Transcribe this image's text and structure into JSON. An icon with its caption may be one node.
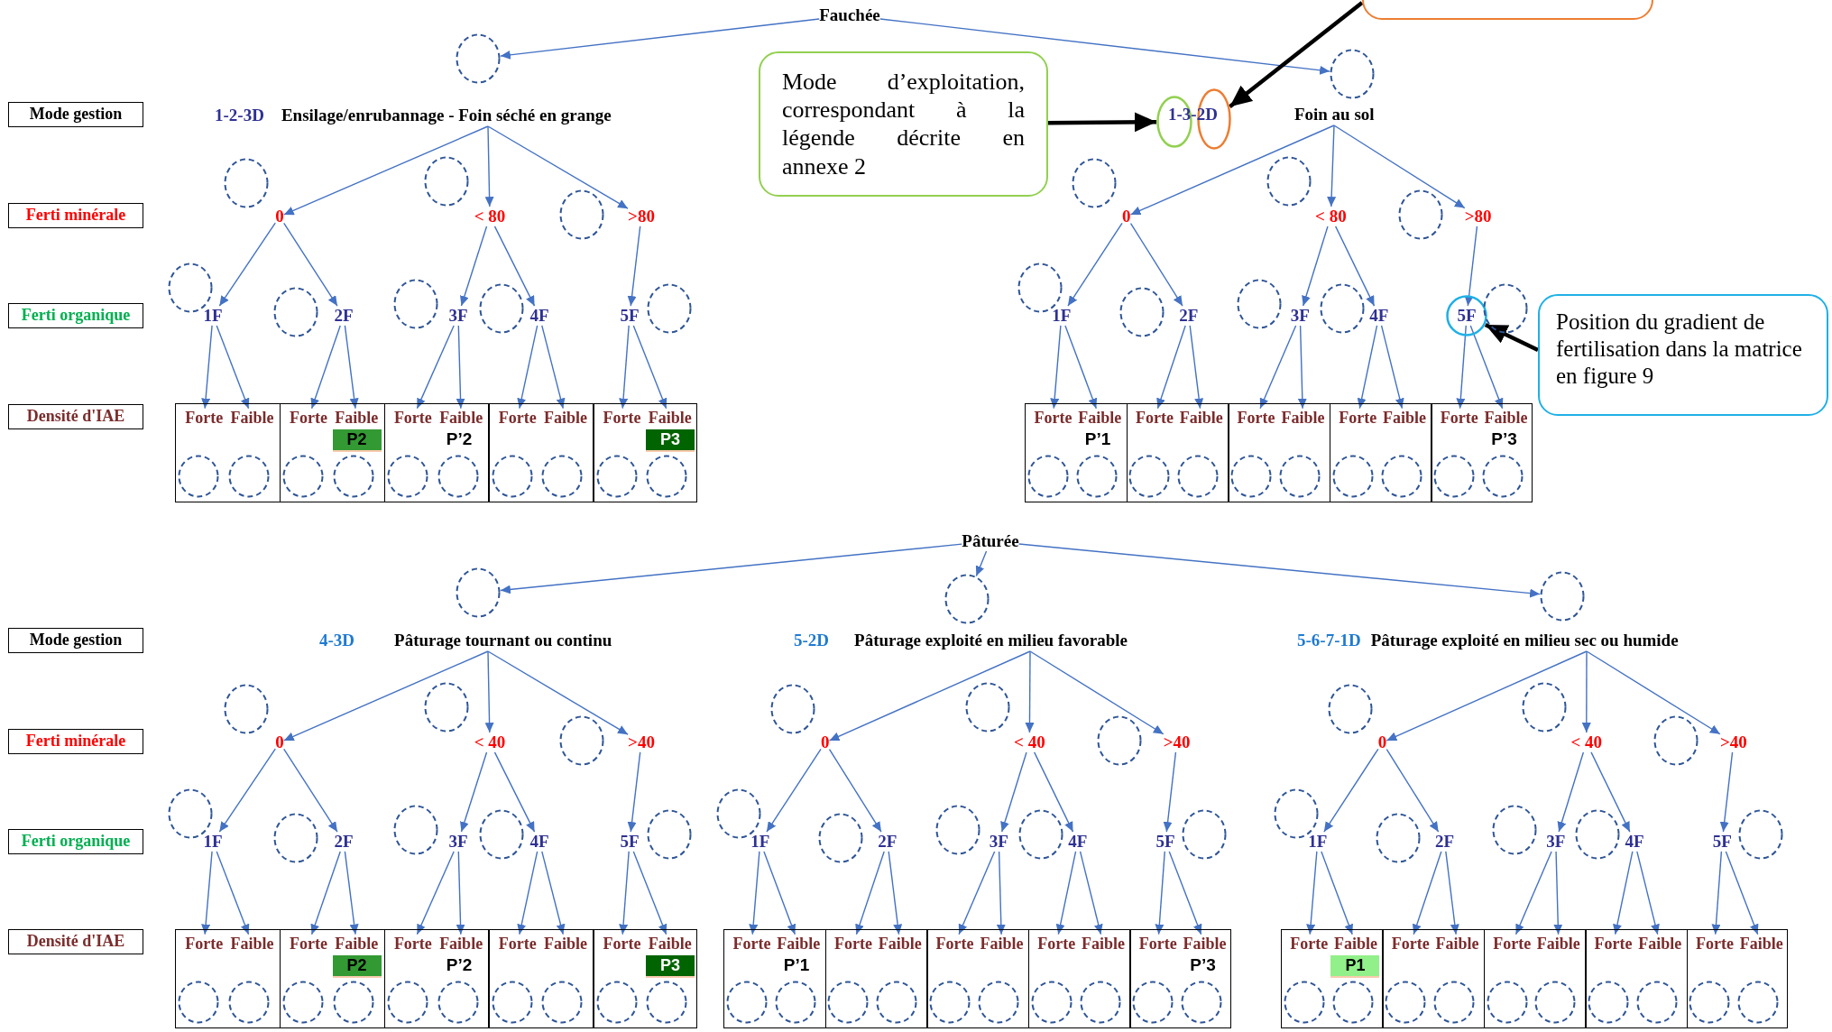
{
  "diagram": {
    "nodes": [
      {
        "text": [
          "Fauchée"
        ]
      },
      {
        "text": [],
        "shape": "circle"
      },
      {
        "text": [
          "1-2-3D",
          "Ensilage/enrubannage - Foin séché en grange"
        ]
      },
      {
        "text": [
          "0"
        ]
      },
      {
        "text": [
          "< 80"
        ]
      },
      {
        "text": [
          ">80"
        ]
      },
      {
        "text": [],
        "shape": "circle"
      },
      {
        "text": [],
        "shape": "circle"
      },
      {
        "text": [],
        "shape": "circle"
      },
      {
        "text": [
          "1F"
        ]
      },
      {
        "text": [
          "2F"
        ]
      },
      {
        "text": [
          "3F"
        ]
      },
      {
        "text": [
          "4F"
        ]
      },
      {
        "text": [
          "5F"
        ]
      },
      {
        "text": [],
        "shape": "circle"
      },
      {
        "text": [],
        "shape": "circle"
      },
      {
        "text": [],
        "shape": "circle"
      },
      {
        "text": [],
        "shape": "circle"
      },
      {
        "text": [],
        "shape": "circle"
      },
      {
        "text": [],
        "shape": "box"
      },
      {
        "text": [
          "Forte"
        ],
        "in": 19
      },
      {
        "text": [
          "Faible"
        ],
        "in": 19
      },
      {
        "text": [
          "Forte"
        ],
        "in": 19
      },
      {
        "text": [
          "Faible"
        ],
        "in": 19
      },
      {
        "text": [
          "Forte"
        ],
        "in": 19
      },
      {
        "text": [
          "Faible"
        ],
        "in": 19
      },
      {
        "text": [
          "Forte"
        ],
        "in": 19
      },
      {
        "text": [
          "Faible"
        ],
        "in": 19
      },
      {
        "text": [
          "Forte"
        ],
        "in": 19
      },
      {
        "text": [
          "Faible"
        ],
        "in": 19
      },
      {
        "text": [],
        "shape": "circle",
        "in": 19
      },
      {
        "text": [],
        "shape": "circle",
        "in": 19
      },
      {
        "text": [],
        "shape": "circle",
        "in": 19
      },
      {
        "text": [],
        "shape": "circle",
        "in": 19
      },
      {
        "text": [],
        "shape": "circle",
        "in": 19
      },
      {
        "text": [],
        "shape": "circle",
        "in": 19
      },
      {
        "text": [],
        "shape": "circle",
        "in": 19
      },
      {
        "text": [],
        "shape": "circle",
        "in": 19
      },
      {
        "text": [],
        "shape": "circle",
        "in": 19
      },
      {
        "text": [],
        "shape": "circle",
        "in": 19
      },
      {
        "text": [],
        "shape": "box"
      },
      {
        "text": [
          "Mode d’exploitation, correspondant à la légende décrite en annexe 2"
        ]
      },
      {
        "text": [],
        "shape": "ellipse"
      },
      {
        "text": [],
        "shape": "ellipse"
      },
      {
        "text": [],
        "shape": "circle"
      },
      {
        "text": [
          "1-3-2D",
          "Foin au sol"
        ]
      },
      {
        "text": [
          "0"
        ]
      },
      {
        "text": [
          "< 80"
        ]
      },
      {
        "text": [
          ">80"
        ]
      },
      {
        "text": [],
        "shape": "circle"
      },
      {
        "text": [],
        "shape": "circle"
      },
      {
        "text": [],
        "shape": "circle"
      },
      {
        "text": [
          "1F"
        ]
      },
      {
        "text": [
          "2F"
        ]
      },
      {
        "text": [
          "3F"
        ]
      },
      {
        "text": [
          "4F"
        ]
      },
      {
        "text": [],
        "shape": "circle"
      },
      {
        "text": [
          "5F"
        ],
        "in": 56
      },
      {
        "text": [],
        "shape": "circle"
      },
      {
        "text": [],
        "shape": "circle"
      },
      {
        "text": [],
        "shape": "circle"
      },
      {
        "text": [],
        "shape": "circle"
      },
      {
        "text": [],
        "shape": "circle"
      },
      {
        "text": [],
        "shape": "box"
      },
      {
        "text": [
          "Forte"
        ],
        "in": 63
      },
      {
        "text": [
          "Faible"
        ],
        "in": 63
      },
      {
        "text": [
          "Forte"
        ],
        "in": 63
      },
      {
        "text": [
          "Faible"
        ],
        "in": 63
      },
      {
        "text": [
          "Forte"
        ],
        "in": 63
      },
      {
        "text": [
          "Faible"
        ],
        "in": 63
      },
      {
        "text": [
          "Forte"
        ],
        "in": 63
      },
      {
        "text": [
          "Faible"
        ],
        "in": 63
      },
      {
        "text": [
          "Forte"
        ],
        "in": 63
      },
      {
        "text": [
          "Faible"
        ],
        "in": 63
      },
      {
        "text": [],
        "shape": "circle",
        "in": 63
      },
      {
        "text": [],
        "shape": "circle",
        "in": 63
      },
      {
        "text": [],
        "shape": "circle",
        "in": 63
      },
      {
        "text": [],
        "shape": "circle",
        "in": 63
      },
      {
        "text": [],
        "shape": "circle",
        "in": 63
      },
      {
        "text": [],
        "shape": "circle",
        "in": 63
      },
      {
        "text": [],
        "shape": "circle",
        "in": 63
      },
      {
        "text": [],
        "shape": "circle",
        "in": 63
      },
      {
        "text": [],
        "shape": "circle",
        "in": 63
      },
      {
        "text": [],
        "shape": "circle",
        "in": 63
      },
      {
        "text": [
          "Position du gradient de fertilisation dans la matrice en figure 9"
        ]
      },
      {
        "text": [
          "Pâturée"
        ]
      },
      {
        "text": [],
        "shape": "circle"
      },
      {
        "text": [
          "4-3D",
          "Pâturage tournant ou continu"
        ]
      },
      {
        "text": [
          "0"
        ]
      },
      {
        "text": [
          "< 40"
        ]
      },
      {
        "text": [
          ">40"
        ]
      },
      {
        "text": [],
        "shape": "circle"
      },
      {
        "text": [],
        "shape": "circle"
      },
      {
        "text": [],
        "shape": "circle"
      },
      {
        "text": [
          "1F"
        ]
      },
      {
        "text": [
          "2F"
        ]
      },
      {
        "text": [
          "3F"
        ]
      },
      {
        "text": [
          "4F"
        ]
      },
      {
        "text": [
          "5F"
        ]
      },
      {
        "text": [],
        "shape": "circle"
      },
      {
        "text": [],
        "shape": "circle"
      },
      {
        "text": [],
        "shape": "circle"
      },
      {
        "text": [],
        "shape": "circle"
      },
      {
        "text": [],
        "shape": "circle"
      },
      {
        "text": [],
        "shape": "box"
      },
      {
        "text": [
          "Forte"
        ],
        "in": 104
      },
      {
        "text": [
          "Faible"
        ],
        "in": 104
      },
      {
        "text": [
          "Forte"
        ],
        "in": 104
      },
      {
        "text": [
          "Faible"
        ],
        "in": 104
      },
      {
        "text": [
          "Forte"
        ],
        "in": 104
      },
      {
        "text": [
          "Faible"
        ],
        "in": 104
      },
      {
        "text": [
          "Forte"
        ],
        "in": 104
      },
      {
        "text": [
          "Faible"
        ],
        "in": 104
      },
      {
        "text": [
          "Forte"
        ],
        "in": 104
      },
      {
        "text": [
          "Faible"
        ],
        "in": 104
      },
      {
        "text": [],
        "shape": "circle",
        "in": 104
      },
      {
        "text": [],
        "shape": "circle",
        "in": 104
      },
      {
        "text": [],
        "shape": "circle",
        "in": 104
      },
      {
        "text": [],
        "shape": "circle",
        "in": 104
      },
      {
        "text": [],
        "shape": "circle",
        "in": 104
      },
      {
        "text": [],
        "shape": "circle",
        "in": 104
      },
      {
        "text": [],
        "shape": "circle",
        "in": 104
      },
      {
        "text": [],
        "shape": "circle",
        "in": 104
      },
      {
        "text": [],
        "shape": "circle",
        "in": 104
      },
      {
        "text": [],
        "shape": "circle",
        "in": 104
      },
      {
        "text": [],
        "shape": "circle"
      },
      {
        "text": [
          "5-2D",
          "Pâturage exploité en milieu favorable"
        ]
      },
      {
        "text": [
          "0"
        ]
      },
      {
        "text": [
          "< 40"
        ]
      },
      {
        "text": [
          ">40"
        ]
      },
      {
        "text": [],
        "shape": "circle"
      },
      {
        "text": [],
        "shape": "circle"
      },
      {
        "text": [],
        "shape": "circle"
      },
      {
        "text": [
          "1F"
        ]
      },
      {
        "text": [
          "2F"
        ]
      },
      {
        "text": [
          "3F"
        ]
      },
      {
        "text": [
          "4F"
        ]
      },
      {
        "text": [
          "5F"
        ]
      },
      {
        "text": [],
        "shape": "circle"
      },
      {
        "text": [],
        "shape": "circle"
      },
      {
        "text": [],
        "shape": "circle"
      },
      {
        "text": [],
        "shape": "circle"
      },
      {
        "text": [],
        "shape": "circle"
      },
      {
        "text": [],
        "shape": "box"
      },
      {
        "text": [
          "Forte"
        ],
        "in": 143
      },
      {
        "text": [
          "Faible"
        ],
        "in": 143
      },
      {
        "text": [
          "Forte"
        ],
        "in": 143
      },
      {
        "text": [
          "Faible"
        ],
        "in": 143
      },
      {
        "text": [
          "Forte"
        ],
        "in": 143
      },
      {
        "text": [
          "Faible"
        ],
        "in": 143
      },
      {
        "text": [
          "Forte"
        ],
        "in": 143
      },
      {
        "text": [
          "Faible"
        ],
        "in": 143
      },
      {
        "text": [
          "Forte"
        ],
        "in": 143
      },
      {
        "text": [
          "Faible"
        ],
        "in": 143
      },
      {
        "text": [],
        "shape": "circle",
        "in": 143
      },
      {
        "text": [],
        "shape": "circle",
        "in": 143
      },
      {
        "text": [],
        "shape": "circle",
        "in": 143
      },
      {
        "text": [],
        "shape": "circle",
        "in": 143
      },
      {
        "text": [],
        "shape": "circle",
        "in": 143
      },
      {
        "text": [],
        "shape": "circle",
        "in": 143
      },
      {
        "text": [],
        "shape": "circle",
        "in": 143
      },
      {
        "text": [],
        "shape": "circle",
        "in": 143
      },
      {
        "text": [],
        "shape": "circle",
        "in": 143
      },
      {
        "text": [],
        "shape": "circle",
        "in": 143
      },
      {
        "text": [],
        "shape": "circle"
      },
      {
        "text": [
          "5-6-7-1D",
          "Pâturage exploité en milieu sec ou humide"
        ]
      },
      {
        "text": [
          "0"
        ]
      },
      {
        "text": [
          "< 40"
        ]
      },
      {
        "text": [
          ">40"
        ]
      },
      {
        "text": [],
        "shape": "circle"
      },
      {
        "text": [],
        "shape": "circle"
      },
      {
        "text": [],
        "shape": "circle"
      },
      {
        "text": [
          "1F"
        ]
      },
      {
        "text": [
          "2F"
        ]
      },
      {
        "text": [
          "3F"
        ]
      },
      {
        "text": [
          "4F"
        ]
      },
      {
        "text": [
          "5F"
        ]
      },
      {
        "text": [],
        "shape": "circle"
      },
      {
        "text": [],
        "shape": "circle"
      },
      {
        "text": [],
        "shape": "circle"
      },
      {
        "text": [],
        "shape": "circle"
      },
      {
        "text": [],
        "shape": "circle"
      },
      {
        "text": [],
        "shape": "box"
      },
      {
        "text": [
          "Forte"
        ],
        "in": 182
      },
      {
        "text": [
          "Faible"
        ],
        "in": 182
      },
      {
        "text": [
          "Forte"
        ],
        "in": 182
      },
      {
        "text": [
          "Faible"
        ],
        "in": 182
      },
      {
        "text": [
          "Forte"
        ],
        "in": 182
      },
      {
        "text": [
          "Faible"
        ],
        "in": 182
      },
      {
        "text": [
          "Forte"
        ],
        "in": 182
      },
      {
        "text": [
          "Faible"
        ],
        "in": 182
      },
      {
        "text": [
          "Forte"
        ],
        "in": 182
      },
      {
        "text": [
          "Faible"
        ],
        "in": 182
      },
      {
        "text": [],
        "shape": "circle",
        "in": 182
      },
      {
        "text": [],
        "shape": "circle",
        "in": 182
      },
      {
        "text": [],
        "shape": "circle",
        "in": 182
      },
      {
        "text": [],
        "shape": "circle",
        "in": 182
      },
      {
        "text": [],
        "shape": "circle",
        "in": 182
      },
      {
        "text": [],
        "shape": "circle",
        "in": 182
      },
      {
        "text": [],
        "shape": "circle",
        "in": 182
      },
      {
        "text": [],
        "shape": "circle",
        "in": 182
      },
      {
        "text": [],
        "shape": "circle",
        "in": 182
      },
      {
        "text": [],
        "shape": "circle",
        "in": 182
      },
      {
        "text": [
          "Mode gestion"
        ]
      },
      {
        "text": [
          "Ferti minérale"
        ]
      },
      {
        "text": [
          "Ferti organique"
        ]
      },
      {
        "text": [
          "Densité d'IAE"
        ]
      },
      {
        "text": [
          "Mode gestion"
        ]
      },
      {
        "text": [
          "Ferti minérale"
        ]
      },
      {
        "text": [
          "Ferti organique"
        ]
      },
      {
        "text": [
          "Densité d'IAE"
        ]
      },
      {
        "text": [
          "P2"
        ],
        "in": 19
      },
      {
        "text": [
          "P3"
        ],
        "in": 19
      },
      {
        "text": [
          "P2"
        ],
        "in": 104
      },
      {
        "text": [
          "P3"
        ],
        "in": 104
      },
      {
        "text": [
          "P1"
        ],
        "in": 182
      }
    ],
    "edges": [
      {
        "from": 0,
        "to": 1,
        "arrow": "to"
      },
      {
        "from": 0,
        "to": 44,
        "arrow": "to"
      },
      {
        "from": 2,
        "to": 3,
        "arrow": "to"
      },
      {
        "from": 2,
        "to": 4,
        "arrow": "to"
      },
      {
        "from": 2,
        "to": 5,
        "arrow": "to"
      },
      {
        "from": 3,
        "to": 9,
        "arrow": "to"
      },
      {
        "from": 3,
        "to": 10,
        "arrow": "to"
      },
      {
        "from": 4,
        "to": 11,
        "arrow": "to"
      },
      {
        "from": 4,
        "to": 12,
        "arrow": "to"
      },
      {
        "from": 5,
        "to": 13,
        "arrow": "to"
      },
      {
        "from": 9,
        "to": 20,
        "arrow": "to"
      },
      {
        "from": 9,
        "to": 21,
        "arrow": "to"
      },
      {
        "from": 10,
        "to": 22,
        "arrow": "to"
      },
      {
        "from": 10,
        "to": 23,
        "arrow": "to"
      },
      {
        "from": 11,
        "to": 24,
        "arrow": "to"
      },
      {
        "from": 11,
        "to": 25,
        "arrow": "to"
      },
      {
        "from": 12,
        "to": 26,
        "arrow": "to"
      },
      {
        "from": 12,
        "to": 27,
        "arrow": "to"
      },
      {
        "from": 13,
        "to": 28,
        "arrow": "to"
      },
      {
        "from": 13,
        "to": 29,
        "arrow": "to"
      },
      {
        "from": 41,
        "to": 42,
        "arrow": "to",
        "style": "thick",
        "color": "#000000"
      },
      {
        "from": 40,
        "to": 43,
        "arrow": "to",
        "style": "thick",
        "color": "#000000"
      },
      {
        "from": 45,
        "to": 46,
        "arrow": "to"
      },
      {
        "from": 45,
        "to": 47,
        "arrow": "to"
      },
      {
        "from": 45,
        "to": 48,
        "arrow": "to"
      },
      {
        "from": 46,
        "to": 52,
        "arrow": "to"
      },
      {
        "from": 46,
        "to": 53,
        "arrow": "to"
      },
      {
        "from": 47,
        "to": 54,
        "arrow": "to"
      },
      {
        "from": 47,
        "to": 55,
        "arrow": "to"
      },
      {
        "from": 48,
        "to": 57,
        "arrow": "to"
      },
      {
        "from": 52,
        "to": 64,
        "arrow": "to"
      },
      {
        "from": 52,
        "to": 65,
        "arrow": "to"
      },
      {
        "from": 53,
        "to": 66,
        "arrow": "to"
      },
      {
        "from": 53,
        "to": 67,
        "arrow": "to"
      },
      {
        "from": 54,
        "to": 68,
        "arrow": "to"
      },
      {
        "from": 54,
        "to": 69,
        "arrow": "to"
      },
      {
        "from": 55,
        "to": 70,
        "arrow": "to"
      },
      {
        "from": 55,
        "to": 71,
        "arrow": "to"
      },
      {
        "from": 57,
        "to": 72,
        "arrow": "to"
      },
      {
        "from": 57,
        "to": 73,
        "arrow": "to"
      },
      {
        "from": 84,
        "to": 56,
        "arrow": "to",
        "style": "thick",
        "color": "#000000"
      },
      {
        "from": 85,
        "to": 86,
        "arrow": "to"
      },
      {
        "from": 85,
        "to": 125,
        "arrow": "to"
      },
      {
        "from": 85,
        "to": 164,
        "arrow": "to"
      },
      {
        "from": 87,
        "to": 88,
        "arrow": "to"
      },
      {
        "from": 87,
        "to": 89,
        "arrow": "to"
      },
      {
        "from": 87,
        "to": 90,
        "arrow": "to"
      },
      {
        "from": 88,
        "to": 94,
        "arrow": "to"
      },
      {
        "from": 88,
        "to": 95,
        "arrow": "to"
      },
      {
        "from": 89,
        "to": 96,
        "arrow": "to"
      },
      {
        "from": 89,
        "to": 97,
        "arrow": "to"
      },
      {
        "from": 90,
        "to": 98,
        "arrow": "to"
      },
      {
        "from": 94,
        "to": 105,
        "arrow": "to"
      },
      {
        "from": 94,
        "to": 106,
        "arrow": "to"
      },
      {
        "from": 95,
        "to": 107,
        "arrow": "to"
      },
      {
        "from": 95,
        "to": 108,
        "arrow": "to"
      },
      {
        "from": 96,
        "to": 109,
        "arrow": "to"
      },
      {
        "from": 96,
        "to": 110,
        "arrow": "to"
      },
      {
        "from": 97,
        "to": 111,
        "arrow": "to"
      },
      {
        "from": 97,
        "to": 112,
        "arrow": "to"
      },
      {
        "from": 98,
        "to": 113,
        "arrow": "to"
      },
      {
        "from": 98,
        "to": 114,
        "arrow": "to"
      },
      {
        "from": 126,
        "to": 127,
        "arrow": "to"
      },
      {
        "from": 126,
        "to": 128,
        "arrow": "to"
      },
      {
        "from": 126,
        "to": 129,
        "arrow": "to"
      },
      {
        "from": 127,
        "to": 133,
        "arrow": "to"
      },
      {
        "from": 127,
        "to": 134,
        "arrow": "to"
      },
      {
        "from": 128,
        "to": 135,
        "arrow": "to"
      },
      {
        "from": 128,
        "to": 136,
        "arrow": "to"
      },
      {
        "from": 129,
        "to": 137,
        "arrow": "to"
      },
      {
        "from": 133,
        "to": 144,
        "arrow": "to"
      },
      {
        "from": 133,
        "to": 145,
        "arrow": "to"
      },
      {
        "from": 134,
        "to": 146,
        "arrow": "to"
      },
      {
        "from": 134,
        "to": 147,
        "arrow": "to"
      },
      {
        "from": 135,
        "to": 148,
        "arrow": "to"
      },
      {
        "from": 135,
        "to": 149,
        "arrow": "to"
      },
      {
        "from": 136,
        "to": 150,
        "arrow": "to"
      },
      {
        "from": 136,
        "to": 151,
        "arrow": "to"
      },
      {
        "from": 137,
        "to": 152,
        "arrow": "to"
      },
      {
        "from": 137,
        "to": 153,
        "arrow": "to"
      },
      {
        "from": 165,
        "to": 166,
        "arrow": "to"
      },
      {
        "from": 165,
        "to": 167,
        "arrow": "to"
      },
      {
        "from": 165,
        "to": 168,
        "arrow": "to"
      },
      {
        "from": 166,
        "to": 172,
        "arrow": "to"
      },
      {
        "from": 166,
        "to": 173,
        "arrow": "to"
      },
      {
        "from": 167,
        "to": 174,
        "arrow": "to"
      },
      {
        "from": 167,
        "to": 175,
        "arrow": "to"
      },
      {
        "from": 168,
        "to": 176,
        "arrow": "to"
      },
      {
        "from": 172,
        "to": 183,
        "arrow": "to"
      },
      {
        "from": 172,
        "to": 184,
        "arrow": "to"
      },
      {
        "from": 173,
        "to": 185,
        "arrow": "to"
      },
      {
        "from": 173,
        "to": 186,
        "arrow": "to"
      },
      {
        "from": 174,
        "to": 187,
        "arrow": "to"
      },
      {
        "from": 174,
        "to": 188,
        "arrow": "to"
      },
      {
        "from": 175,
        "to": 189,
        "arrow": "to"
      },
      {
        "from": 175,
        "to": 190,
        "arrow": "to"
      },
      {
        "from": 176,
        "to": 191,
        "arrow": "to"
      },
      {
        "from": 176,
        "to": 192,
        "arrow": "to"
      }
    ],
    "labels": [
      "P’2",
      "P’1",
      "P’3",
      "P’2",
      "P’1",
      "P’3"
    ]
  }
}
